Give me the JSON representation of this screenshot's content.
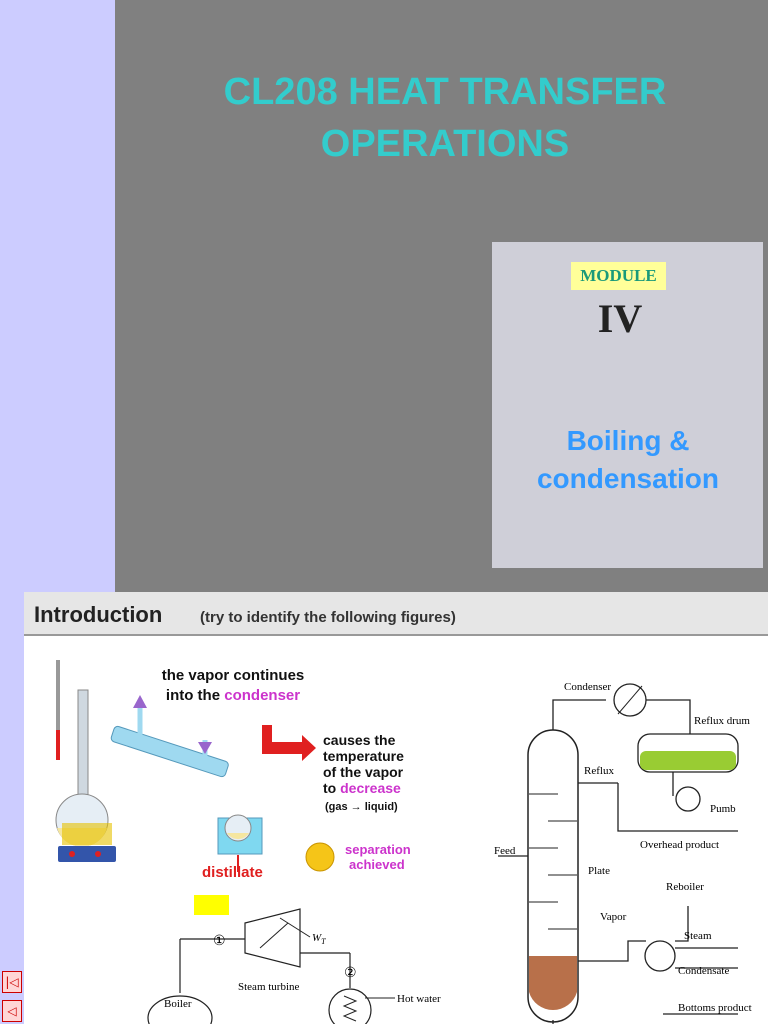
{
  "title_slide": {
    "title_line1": "CL208 HEAT TRANSFER",
    "title_line2": "OPERATIONS",
    "module_tag": "MODULE",
    "module_number": "IV",
    "topic_line1": "Boiling &",
    "topic_line2": "condensation"
  },
  "intro_slide": {
    "title": "Introduction",
    "subtitle": "(try to identify the following figures)",
    "distillation": {
      "vapor_line1": "the vapor continues",
      "vapor_line2_prefix": "into the ",
      "vapor_line2_highlight": "condenser",
      "causes_line1": "causes the",
      "causes_line2": "temperature",
      "causes_line3": "of the vapor",
      "causes_line4_prefix": "to ",
      "causes_line4_highlight": "decrease",
      "phase_change": "(gas → liquid)",
      "distillate": "distillate",
      "separation_line1": "separation",
      "separation_line2": "achieved"
    },
    "rankine": {
      "label_turbine": "Steam turbine",
      "label_boiler": "Boiler",
      "label_hot_water": "Hot water",
      "label_work": "W",
      "label_work_sub": "T",
      "state1": "①",
      "state2": "②"
    },
    "column": {
      "condenser": "Condenser",
      "reflux_drum": "Reflux drum",
      "reflux": "Reflux",
      "pump": "Pumb",
      "overhead": "Overhead product",
      "feed": "Feed",
      "plate": "Plate",
      "reboiler": "Reboiler",
      "vapor": "Vapor",
      "steam": "Steam",
      "condensate": "Condensate",
      "bottoms": "Bottoms product"
    }
  },
  "nav": {
    "first_icon": "|◁",
    "prev_icon": "◁"
  },
  "colors": {
    "title_cyan": "#33cccc",
    "topic_blue": "#3399ff",
    "panel_gray": "#808080",
    "magenta": "#cc33cc",
    "red": "#e02020"
  }
}
